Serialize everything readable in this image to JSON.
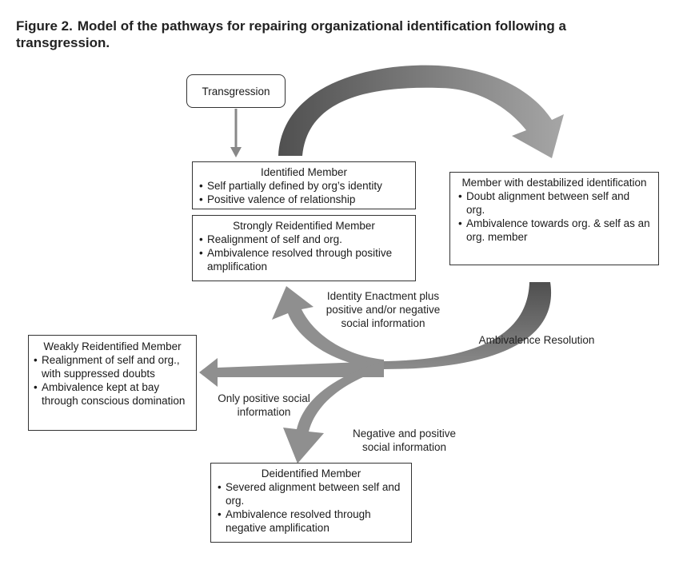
{
  "figure": {
    "number": "Figure 2.",
    "caption": "Model of the pathways for repairing organizational identification following a transgression."
  },
  "nodes": {
    "transgression": {
      "label": "Transgression"
    },
    "identified": {
      "title": "Identified Member",
      "bullets": [
        "Self partially defined by org’s identity",
        "Positive valence of relationship"
      ]
    },
    "strong": {
      "title": "Strongly  Reidentified Member",
      "bullets": [
        "Realignment of self and org.",
        "Ambivalence resolved through positive amplification"
      ]
    },
    "destab": {
      "title": "Member with destabilized identification",
      "bullets": [
        "Doubt alignment between self and org.",
        "Ambivalence towards org. & self as an org. member"
      ]
    },
    "weak": {
      "title": "Weakly Reidentified Member",
      "bullets": [
        "Realignment of self and org., with suppressed doubts",
        "Ambivalence kept at bay through conscious domination"
      ]
    },
    "deident": {
      "title": "Deidentified Member",
      "bullets": [
        "Severed alignment between self and org.",
        "Ambivalence resolved through negative amplification"
      ]
    }
  },
  "edges": {
    "ambivalence_resolution": "Ambivalence Resolution",
    "identity_enactment": "Identity Enactment plus positive and/or negative social information",
    "only_positive": "Only positive social information",
    "neg_and_pos": "Negative and positive social information"
  },
  "colors": {
    "arrow_dark": "#595959",
    "arrow_light": "#9a9a9a",
    "arrow_mid": "#8a8a8a",
    "border": "#333333"
  }
}
